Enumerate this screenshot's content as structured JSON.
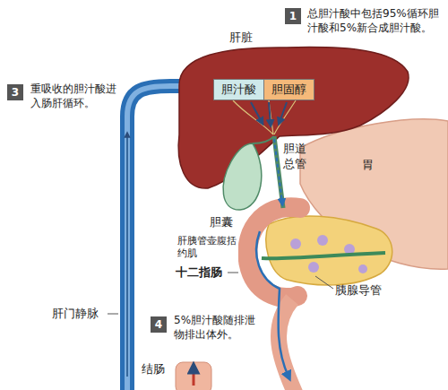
{
  "diagram": {
    "nodes": [
      {
        "text": [
          "胆汁酸"
        ]
      },
      {
        "text": [
          "胆固醇"
        ]
      }
    ],
    "labels": [
      "1",
      "总胆汁酸中包括95%循环胆汁酸和5%新合成胆汁酸。",
      "肝脏",
      "3",
      "重吸收的胆汁酸进入肠肝循环。",
      "胆道总管",
      "胆囊",
      "胃",
      "肝胰管壶腹括约肌",
      "十二指肠",
      "胰腺导管",
      "肝门静脉",
      "4",
      "5%胆汁酸随排泄物排出体外。",
      "结肠"
    ]
  }
}
